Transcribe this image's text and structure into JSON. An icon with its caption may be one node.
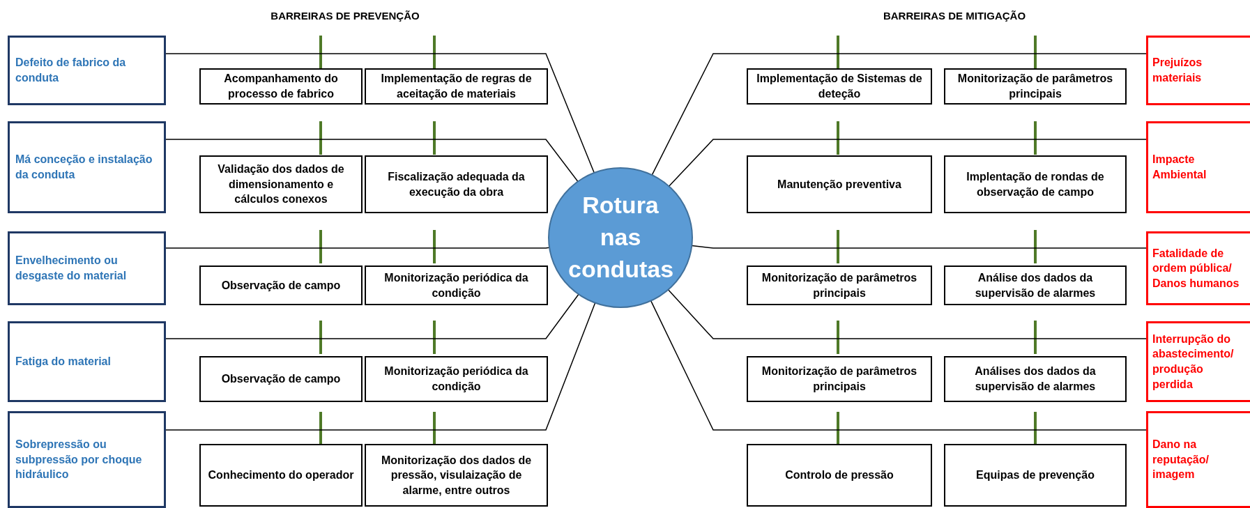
{
  "diagram": {
    "nodes": [
      {
        "text": [
          "Defeito de fabrico da conduta"
        ]
      },
      {
        "text": [
          "Acompanhamento do processo de fabrico"
        ]
      },
      {
        "text": [
          "Implementação de regras de aceitação de materiais"
        ]
      },
      {
        "text": [
          "Implementação de Sistemas de deteção"
        ]
      },
      {
        "text": [
          "Monitorização de parâmetros principais"
        ]
      },
      {
        "text": [
          "Prejuízos materiais"
        ]
      },
      {
        "text": [
          "Má conceção e instalação da conduta"
        ]
      },
      {
        "text": [
          "Validação dos dados de dimensionamento e cálculos conexos"
        ]
      },
      {
        "text": [
          "Fiscalização adequada da execução da obra"
        ]
      },
      {
        "text": [
          "Manutenção preventiva"
        ]
      },
      {
        "text": [
          "Implentação de rondas de observação de campo"
        ]
      },
      {
        "text": [
          "Impacte Ambiental"
        ]
      },
      {
        "text": [
          "Envelhecimento ou desgaste do material"
        ]
      },
      {
        "text": [
          "Observação de campo"
        ]
      },
      {
        "text": [
          "Monitorização periódica da condição"
        ]
      },
      {
        "text": [
          "Monitorização de parâmetros principais"
        ]
      },
      {
        "text": [
          "Análise dos dados da supervisão de alarmes"
        ]
      },
      {
        "text": [
          "Fatalidade de ordem pública/ Danos humanos"
        ]
      },
      {
        "text": [
          "Fatiga do material"
        ]
      },
      {
        "text": [
          "Observação de campo"
        ]
      },
      {
        "text": [
          "Monitorização periódica da condição"
        ]
      },
      {
        "text": [
          "Monitorização de parâmetros principais"
        ]
      },
      {
        "text": [
          "Análises dos dados da supervisão de alarmes"
        ]
      },
      {
        "text": [
          "Interrupção do abastecimento/ produção perdida"
        ]
      },
      {
        "text": [
          "Sobrepressão ou subpressão por choque hidráulico"
        ]
      },
      {
        "text": [
          "Conhecimento do operador"
        ]
      },
      {
        "text": [
          "Monitorização dos dados de pressão, visulaização de alarme, entre outros"
        ]
      },
      {
        "text": [
          "Controlo de pressão"
        ]
      },
      {
        "text": [
          "Equipas de prevenção"
        ]
      },
      {
        "text": [
          "Dano na reputação/ imagem"
        ]
      },
      {
        "text": [
          "Rotura nas condutas"
        ]
      }
    ],
    "edges": [
      {
        "from": 0,
        "to": 30,
        "arrow": "none"
      },
      {
        "from": 6,
        "to": 30,
        "arrow": "none"
      },
      {
        "from": 12,
        "to": 30,
        "arrow": "none"
      },
      {
        "from": 18,
        "to": 30,
        "arrow": "none"
      },
      {
        "from": 24,
        "to": 30,
        "arrow": "none"
      },
      {
        "from": 30,
        "to": 5,
        "arrow": "none"
      },
      {
        "from": 30,
        "to": 11,
        "arrow": "none"
      },
      {
        "from": 30,
        "to": 17,
        "arrow": "none"
      },
      {
        "from": 30,
        "to": 23,
        "arrow": "none"
      },
      {
        "from": 30,
        "to": 29,
        "arrow": "none"
      }
    ],
    "labels": [
      "BARREIRAS DE PREVENÇÃO",
      "BARREIRAS DE MITIGAÇÃO"
    ]
  }
}
